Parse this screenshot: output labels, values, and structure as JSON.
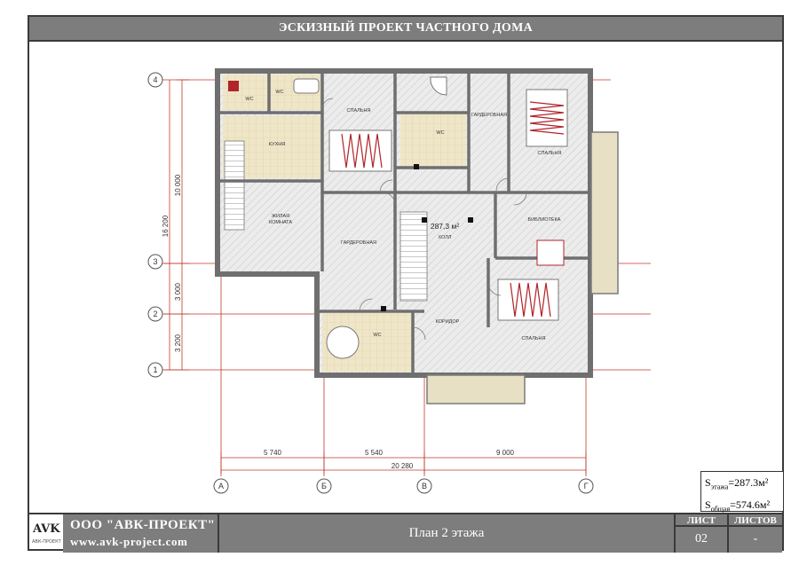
{
  "title": "ЭСКИЗНЫЙ ПРОЕКТ ЧАСТНОГО ДОМА",
  "axes": {
    "rows": [
      "4",
      "3",
      "2",
      "1"
    ],
    "cols": [
      "А",
      "Б",
      "В",
      "Г"
    ]
  },
  "dimensions": {
    "horizontal": [
      "5 740",
      "5 540",
      "9 000"
    ],
    "horizontal_total": "20 280",
    "vertical": [
      "10 000",
      "3 000",
      "3 200"
    ],
    "vertical_total": "16 200"
  },
  "rooms": {
    "wc1": "WC",
    "wc2": "WC",
    "bedroom1": "СПАЛЬНЯ",
    "wc3": "WC",
    "dressing1": "ГАРДЕРОБНАЯ",
    "bedroom2": "СПАЛЬНЯ",
    "kitchen": "КУХНЯ",
    "living1": "ЖИЛАЯ",
    "living2": "КОМНАТА",
    "dressing2": "ГАРДЕРОБНАЯ",
    "hall": "ХОЛЛ",
    "hall_area": "287,3 м²",
    "library": "БИБЛИОТЕКА",
    "wc4": "WC",
    "corridor": "КОРИДОР",
    "bedroom3": "СПАЛЬНЯ"
  },
  "area": {
    "floor_label": "S",
    "floor_sub": "этажа",
    "floor_value": "=287.3м²",
    "total_label": "S",
    "total_sub": "общая",
    "total_value": "=574.6м²"
  },
  "footer": {
    "logo": "AVK",
    "logo_sub": "АВК-ПРОЕКТ",
    "company": "ООО \"АВК-ПРОЕКТ\"",
    "site": "www.avk-project.com",
    "plan_name": "План 2 этажа",
    "sheet_label": "ЛИСТ",
    "sheet_value": "02",
    "sheets_label": "ЛИСТОВ",
    "sheets_value": "-"
  },
  "colors": {
    "frame": "#3a3a3a",
    "title_bar": "#7d7d7d",
    "wall": "#6f6f6f",
    "grid": "#c0392b",
    "tile": "#efe6c7",
    "wood": "#e4e4e4",
    "bed": "#b0242a"
  }
}
